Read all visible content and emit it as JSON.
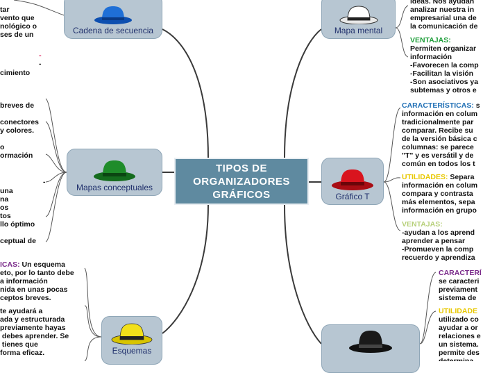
{
  "central": {
    "title": "TIPOS DE\nORGANIZADORES\nGRÁFICOS"
  },
  "nodes": {
    "cadena": {
      "label": "Cadena de secuencia",
      "hat": "blue-hat",
      "color": "#1f6fd6"
    },
    "mapa_mental": {
      "label": "Mapa mental",
      "hat": "white-hat",
      "color": "#ffffff"
    },
    "mapas_conceptuales": {
      "label": "Mapas conceptuales",
      "hat": "green-hat",
      "color": "#1f8c2a"
    },
    "grafico_t": {
      "label": "Gráfico T",
      "hat": "red-hat",
      "color": "#d9141e"
    },
    "esquemas": {
      "label": "Esquemas",
      "hat": "yellow-hat",
      "color": "#f2e01a"
    },
    "black": {
      "label": "",
      "hat": "black-hat",
      "color": "#1a1a1a"
    }
  },
  "texts": {
    "cadena_desc": "tar\nvento que\nnológico o\nses de un",
    "cadena_extra": "cimiento",
    "conceptuales_desc": "breves de\n\nconectores\ny colores.\n\no\normación",
    "conceptuales_desc2": "una\nna\nos\ntos\nllo óptimo\n\nceptual de",
    "mapa_mental_desc": "ideas. Nos ayudan\nanalizar nuestra in\nempresarial una de\nla comunicación de",
    "mapa_mental_vent_h": "VENTAJAS:",
    "mapa_mental_vent": "Permiten organizar\ninformación\n-Favorecen la comp\n-Facilitan la visión\n-Son asociativos ya\nsubtemas y otros e",
    "grafico_t_car_h": "CARACTERÍSTICAS:",
    "grafico_t_car": " s\ninformación en colum\ntradicionalmente par\ncomparar. Recibe su\nde la versión básica c\ncolumnas: se parece\n\"T\" y es versátil y de\ncomún en todos los t",
    "grafico_t_util_h": "UTILIDADES:",
    "grafico_t_util": " Separa\ninformación en colum\ncompara y contrasta\nmás elementos, sepa\ninformación en grupo",
    "grafico_t_vent_h": "VENTAJAS:",
    "grafico_t_vent": "-ayudan a los aprend\naprender a pensar\n-Promueven la comp\nrecuerdo y aprendiza",
    "esquemas_car_h": "ICAS:",
    "esquemas_car": " Un esquema\neto, por lo tanto debe\na información\nnida en unas pocas\nceptos breves.",
    "esquemas_util": "te ayudará a\nada y estructurada\npreviamente hayas\n debes aprender. Se\n tienes que\nforma eficaz.",
    "black_car_h": "CARACTERÍ",
    "black_car": "se caracteri\npreviament\nsistema de",
    "black_util_h": "UTILIDADE",
    "black_util": "utilizado co\nayudar a or\nrelaciones e\nun sistema.\npermite des\ndetermina"
  },
  "colors": {
    "central_bg": "#5f8aa0",
    "node_bg": "#b7c6d2",
    "link": "#3a3a3a",
    "blue_heading": "#1f6fb5",
    "yellow_heading": "#e8c800",
    "green_heading": "#1e9e3a",
    "olive_heading": "#b7d07a",
    "purple_heading": "#7a2a8a",
    "magenta_heading": "#c0307a"
  }
}
